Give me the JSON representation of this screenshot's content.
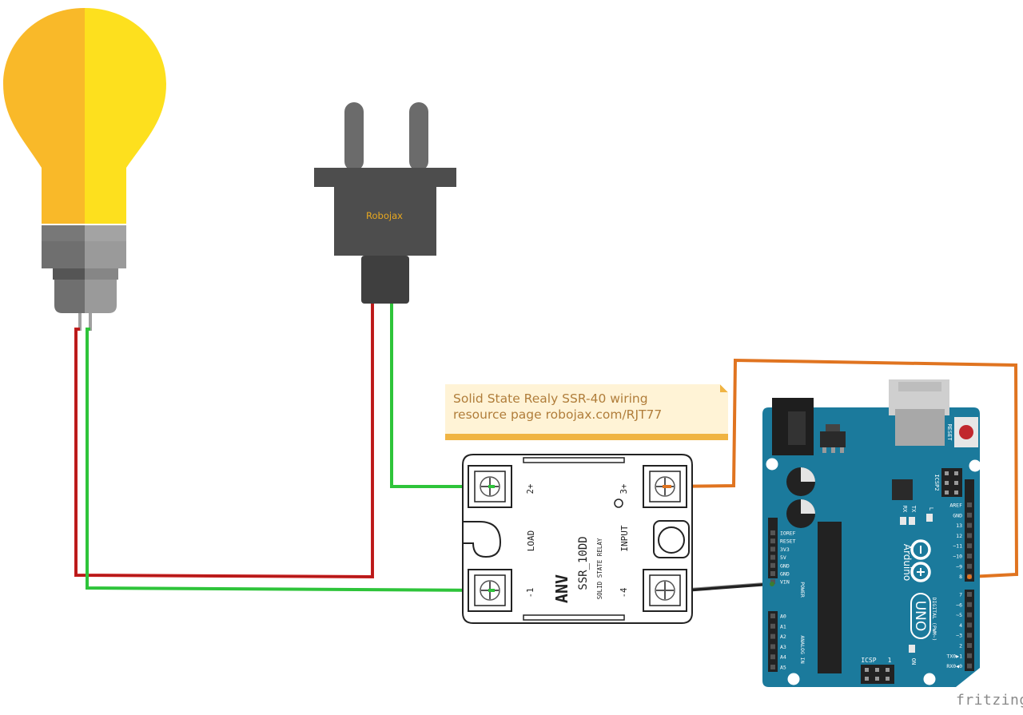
{
  "plug": {
    "brand": "Robojax"
  },
  "note": {
    "line1": "Solid State Realy SSR-40 wiring",
    "line2": "resource page robojax.com/RJT77"
  },
  "relay": {
    "brand": "ANV",
    "model": "SSR_10DD",
    "subtitle": "SOLID STATE RELAY",
    "load_label": "LOAD",
    "input_label": "INPUT",
    "terminal_1": "-1",
    "terminal_2": "2+",
    "terminal_3": "3+",
    "terminal_4": "-4"
  },
  "arduino": {
    "brand": "Arduino",
    "model": "UNO",
    "reset_label": "RESET",
    "icsp2_label": "ICSP2",
    "icsp_label": "ICSP",
    "icsp_pin1": "1",
    "on_label": "ON",
    "tx_label": "TX",
    "rx_label": "RX",
    "l_label": "L",
    "power_label": "POWER",
    "analog_label": "ANALOG IN",
    "digital_label": "DIGITAL (PWM~)",
    "power_pins": [
      "IOREF",
      "RESET",
      "3V3",
      "5V",
      "GND",
      "GND",
      "VIN"
    ],
    "analog_pins": [
      "A0",
      "A1",
      "A2",
      "A3",
      "A4",
      "A5"
    ],
    "digital_top_pins": [
      "AREF",
      "GND",
      "13",
      "12",
      "~11",
      "~10",
      "~9",
      "8"
    ],
    "digital_bottom_pins": [
      "7",
      "~6",
      "~5",
      "4",
      "~3",
      "2",
      "TX0▶1",
      "RX0◀0"
    ]
  },
  "colors": {
    "wire_red": "#c81e1e",
    "wire_green": "#2ec43a",
    "wire_orange": "#e07420",
    "wire_black": "#222222",
    "arduino_board": "#1b7a9c",
    "bulb_left": "#f9b929",
    "bulb_right": "#fde01e",
    "note_bar": "#f0b443"
  },
  "watermark": "fritzing"
}
